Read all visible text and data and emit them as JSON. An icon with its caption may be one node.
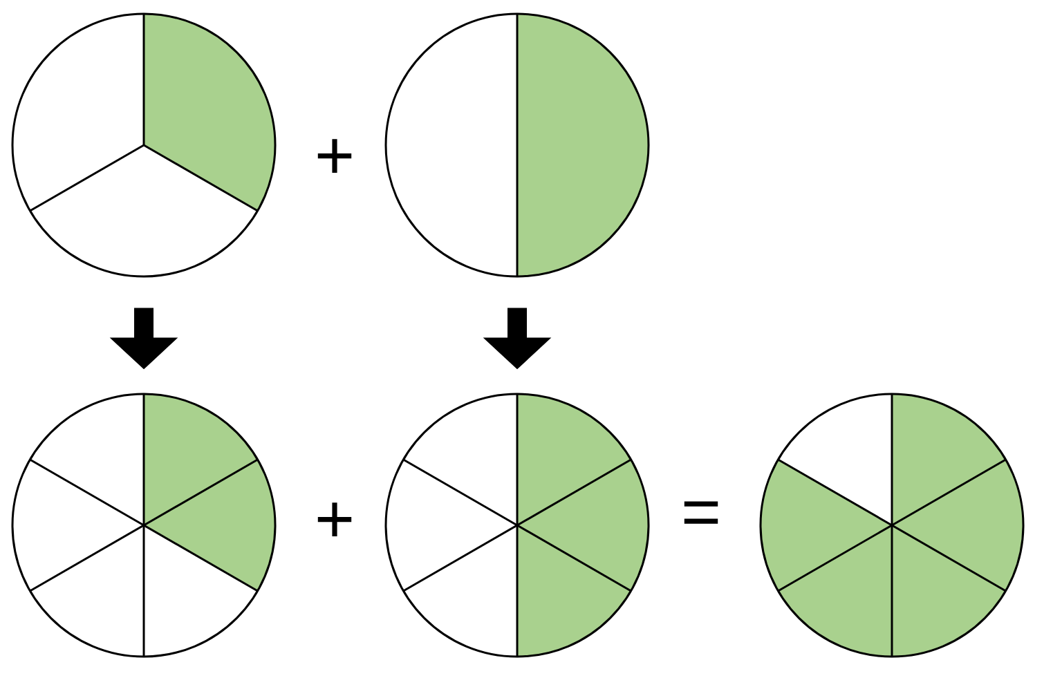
{
  "diagram": {
    "nodes": [
      {
        "text": [],
        "shape": "circle"
      },
      {
        "text": [],
        "shape": "circle"
      },
      {
        "text": [],
        "shape": "circle"
      },
      {
        "text": [],
        "shape": "circle"
      },
      {
        "text": [],
        "shape": "circle"
      }
    ],
    "edges": [
      {
        "from": 0,
        "to": 2,
        "arrow": "to"
      },
      {
        "from": 1,
        "to": 3,
        "arrow": "to"
      }
    ],
    "labels": [
      "+",
      "+",
      "="
    ]
  }
}
